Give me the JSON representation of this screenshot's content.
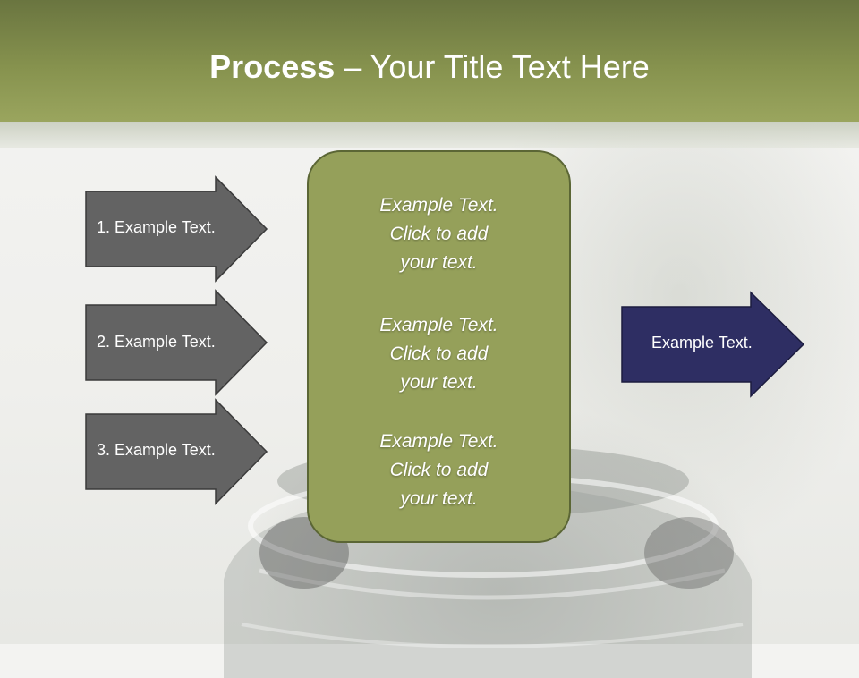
{
  "title": {
    "bold": "Process",
    "rest": " – Your Title Text Here"
  },
  "left_arrows": [
    {
      "label": "1. Example Text."
    },
    {
      "label": "2. Example Text."
    },
    {
      "label": "3. Example Text."
    }
  ],
  "center_box": {
    "blocks": [
      {
        "line1": "Example Text.",
        "line2": "Click  to add",
        "line3": "your text."
      },
      {
        "line1": "Example Text.",
        "line2": "Click  to add",
        "line3": "your text."
      },
      {
        "line1": "Example Text.",
        "line2": "Click  to add",
        "line3": "your text."
      }
    ]
  },
  "right_arrow": {
    "label": "Example Text."
  },
  "colors": {
    "header_green": "#86924e",
    "box_green": "#95a05a",
    "arrow_gray": "#636363",
    "arrow_navy": "#2e2e63"
  }
}
